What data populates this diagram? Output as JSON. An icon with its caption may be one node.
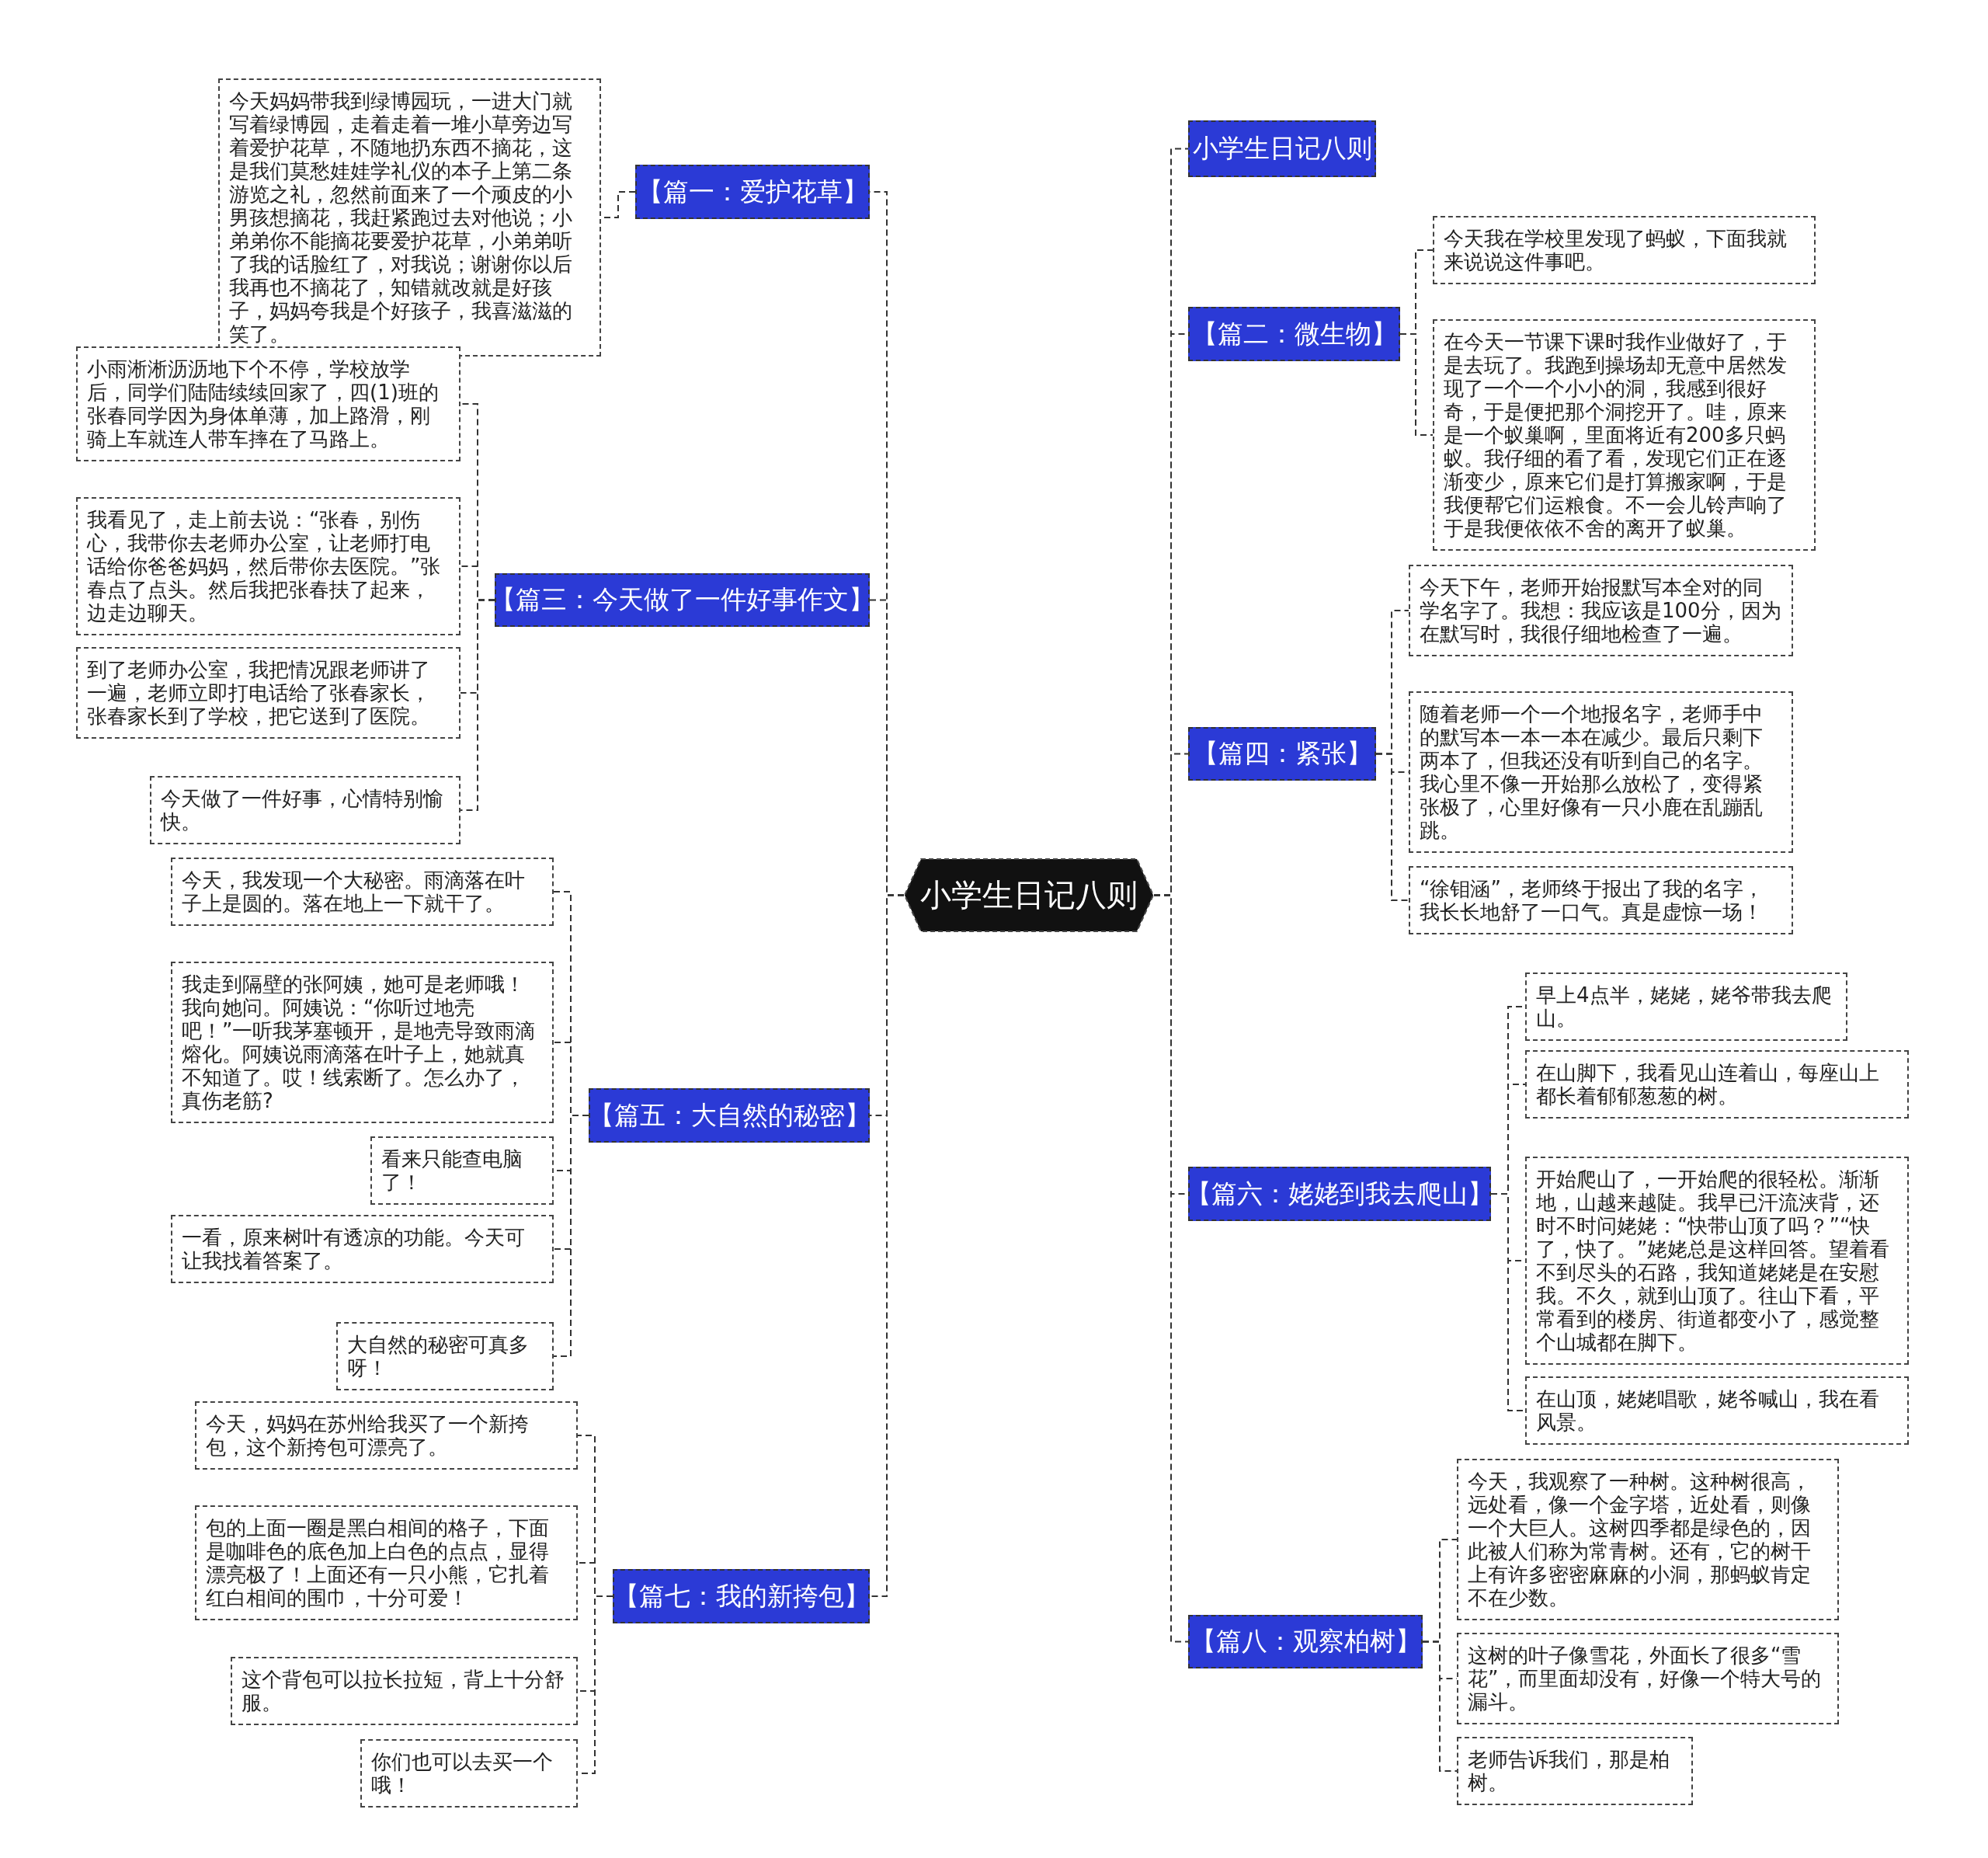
{
  "diagram": {
    "nodes": [
      {
        "text": [
          "小学生日记八则"
        ]
      },
      {
        "text": [
          "【篇一：爱护花草】"
        ]
      },
      {
        "text": [
          "今天妈妈带我到绿博园玩，一进大门就写着绿博园，走着走着一堆小草旁边写着爱护花草，不随地扔东西不摘花，这是我们莫愁娃娃学礼仪的本子上第二条游览之礼，忽然前面来了一个顽皮的小男孩想摘花，我赶紧跑过去对他说；小弟弟你不能摘花要爱护花草，小弟弟听了我的话脸红了，对我说；谢谢你以后我再也不摘花了，知错就改就是好孩子，妈妈夸我是个好孩子，我喜滋滋的笑了。"
        ]
      },
      {
        "text": [
          "【篇三：今天做了一件好事作文】"
        ]
      },
      {
        "text": [
          "小雨淅淅沥沥地下个不停，学校放学后，同学们陆陆续续回家了，四(1)班的张春同学因为身体单薄，加上路滑，刚骑上车就连人带车摔在了马路上。"
        ]
      },
      {
        "text": [
          "我看见了，走上前去说：“张春，别伤心，我带你去老师办公室，让老师打电话给你爸爸妈妈，然后带你去医院。”张春点了点头。然后我把张春扶了起来，边走边聊天。"
        ]
      },
      {
        "text": [
          "到了老师办公室，我把情况跟老师讲了一遍，老师立即打电话给了张春家长，张春家长到了学校，把它送到了医院。"
        ]
      },
      {
        "text": [
          "今天做了一件好事，心情特别愉快。"
        ]
      },
      {
        "text": [
          "【篇五：大自然的秘密】"
        ]
      },
      {
        "text": [
          "今天，我发现一个大秘密。雨滴落在叶子上是圆的。落在地上一下就干了。"
        ]
      },
      {
        "text": [
          "我走到隔壁的张阿姨，她可是老师哦！我向她问。阿姨说：“你听过地壳吧！”一听我茅塞顿开，是地壳导致雨滴熔化。阿姨说雨滴落在叶子上，她就真不知道了。哎！线索断了。怎么办了，真伤老筋?"
        ]
      },
      {
        "text": [
          "看来只能查电脑了！"
        ]
      },
      {
        "text": [
          "一看，原来树叶有透凉的功能。今天可让我找着答案了。"
        ]
      },
      {
        "text": [
          "大自然的秘密可真多呀！"
        ]
      },
      {
        "text": [
          "【篇七：我的新挎包】"
        ]
      },
      {
        "text": [
          "今天，妈妈在苏州给我买了一个新挎包，这个新挎包可漂亮了。"
        ]
      },
      {
        "text": [
          "包的上面一圈是黑白相间的格子，下面是咖啡色的底色加上白色的点点，显得漂亮极了！上面还有一只小熊，它扎着红白相间的围巾，十分可爱！"
        ]
      },
      {
        "text": [
          "这个背包可以拉长拉短，背上十分舒服。"
        ]
      },
      {
        "text": [
          "你们也可以去买一个哦！"
        ]
      },
      {
        "text": [
          "小学生日记八则"
        ]
      },
      {
        "text": [
          "【篇二：微生物】"
        ]
      },
      {
        "text": [
          "今天我在学校里发现了蚂蚁，下面我就来说说这件事吧。"
        ]
      },
      {
        "text": [
          "在今天一节课下课时我作业做好了，于是去玩了。我跑到操场却无意中居然发现了一个一个小小的洞，我感到很好奇，于是便把那个洞挖开了。哇，原来是一个蚁巢啊，里面将近有200多只蚂蚁。我仔细的看了看，发现它们正在逐渐变少，原来它们是打算搬家啊，于是我便帮它们运粮食。不一会儿铃声响了于是我便依依不舍的离开了蚁巢。"
        ]
      },
      {
        "text": [
          "【篇四：紧张】"
        ]
      },
      {
        "text": [
          "今天下午，老师开始报默写本全对的同学名字了。我想：我应该是100分，因为在默写时，我很仔细地检查了一遍。"
        ]
      },
      {
        "text": [
          "随着老师一个一个地报名字，老师手中的默写本一本一本在减少。最后只剩下两本了，但我还没有听到自己的名字。我心里不像一开始那么放松了，变得紧张极了，心里好像有一只小鹿在乱蹦乱跳。"
        ]
      },
      {
        "text": [
          "“徐钼涵”，老师终于报出了我的名字，我长长地舒了一口气。真是虚惊一场！"
        ]
      },
      {
        "text": [
          "【篇六：姥姥到我去爬山】"
        ]
      },
      {
        "text": [
          "早上4点半，姥姥，姥爷带我去爬山。"
        ]
      },
      {
        "text": [
          "在山脚下，我看见山连着山，每座山上都长着郁郁葱葱的树。"
        ]
      },
      {
        "text": [
          "开始爬山了，一开始爬的很轻松。渐渐地，山越来越陡。我早已汗流浃背，还时不时问姥姥：“快带山顶了吗？”“快了，快了。”姥姥总是这样回答。望着看不到尽头的石路，我知道姥姥是在安慰我。不久，就到山顶了。往山下看，平常看到的楼房、街道都变小了，感觉整个山城都在脚下。"
        ]
      },
      {
        "text": [
          "在山顶，姥姥唱歌，姥爷喊山，我在看风景。"
        ]
      },
      {
        "text": [
          "【篇八：观察柏树】"
        ]
      },
      {
        "text": [
          "今天，我观察了一种树。这种树很高，远处看，像一个金字塔，近处看，则像一个大巨人。这树四季都是绿色的，因此被人们称为常青树。还有，它的树干上有许多密密麻麻的小洞，那蚂蚁肯定不在少数。"
        ]
      },
      {
        "text": [
          "这树的叶子像雪花，外面长了很多“雪花”，而里面却没有，好像一个特大号的漏斗。"
        ]
      },
      {
        "text": [
          "老师告诉我们，那是柏树。"
        ]
      }
    ],
    "edges": [
      {
        "from": 0,
        "to": 1,
        "arrow": "none"
      },
      {
        "from": 1,
        "to": 2,
        "arrow": "none"
      },
      {
        "from": 0,
        "to": 3,
        "arrow": "none"
      },
      {
        "from": 3,
        "to": 4,
        "arrow": "none"
      },
      {
        "from": 3,
        "to": 5,
        "arrow": "none"
      },
      {
        "from": 3,
        "to": 6,
        "arrow": "none"
      },
      {
        "from": 3,
        "to": 7,
        "arrow": "none"
      },
      {
        "from": 0,
        "to": 8,
        "arrow": "none"
      },
      {
        "from": 8,
        "to": 9,
        "arrow": "none"
      },
      {
        "from": 8,
        "to": 10,
        "arrow": "none"
      },
      {
        "from": 8,
        "to": 11,
        "arrow": "none"
      },
      {
        "from": 8,
        "to": 12,
        "arrow": "none"
      },
      {
        "from": 8,
        "to": 13,
        "arrow": "none"
      },
      {
        "from": 0,
        "to": 14,
        "arrow": "none"
      },
      {
        "from": 14,
        "to": 15,
        "arrow": "none"
      },
      {
        "from": 14,
        "to": 16,
        "arrow": "none"
      },
      {
        "from": 14,
        "to": 17,
        "arrow": "none"
      },
      {
        "from": 14,
        "to": 18,
        "arrow": "none"
      },
      {
        "from": 0,
        "to": 19,
        "arrow": "none"
      },
      {
        "from": 0,
        "to": 20,
        "arrow": "none"
      },
      {
        "from": 20,
        "to": 21,
        "arrow": "none"
      },
      {
        "from": 20,
        "to": 22,
        "arrow": "none"
      },
      {
        "from": 0,
        "to": 23,
        "arrow": "none"
      },
      {
        "from": 23,
        "to": 24,
        "arrow": "none"
      },
      {
        "from": 23,
        "to": 25,
        "arrow": "none"
      },
      {
        "from": 23,
        "to": 26,
        "arrow": "none"
      },
      {
        "from": 0,
        "to": 27,
        "arrow": "none"
      },
      {
        "from": 27,
        "to": 28,
        "arrow": "none"
      },
      {
        "from": 27,
        "to": 29,
        "arrow": "none"
      },
      {
        "from": 27,
        "to": 30,
        "arrow": "none"
      },
      {
        "from": 27,
        "to": 31,
        "arrow": "none"
      },
      {
        "from": 0,
        "to": 32,
        "arrow": "none"
      },
      {
        "from": 32,
        "to": 33,
        "arrow": "none"
      },
      {
        "from": 32,
        "to": 34,
        "arrow": "none"
      },
      {
        "from": 32,
        "to": 35,
        "arrow": "none"
      }
    ]
  }
}
